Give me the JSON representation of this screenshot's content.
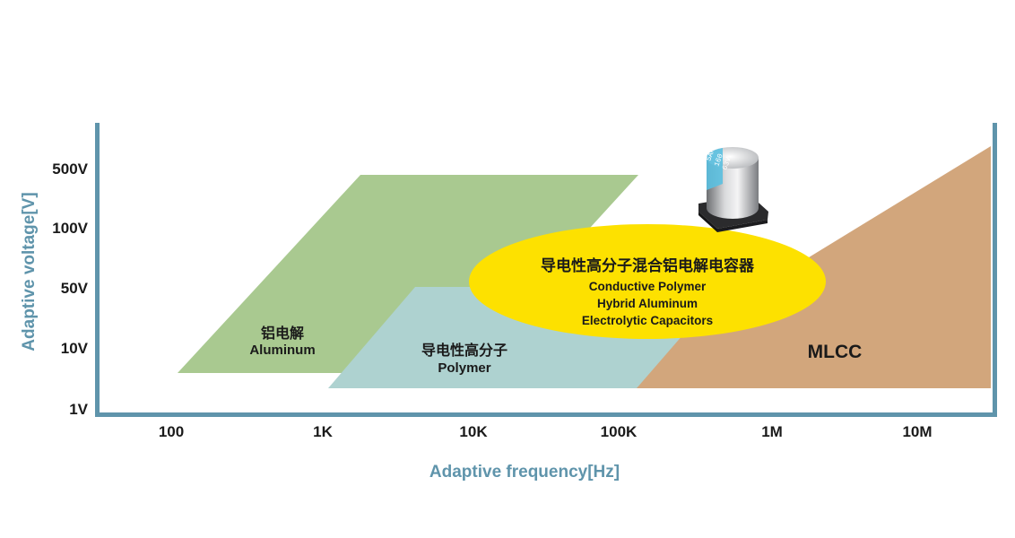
{
  "chart": {
    "y_axis_title": "Adaptive voltage[V]",
    "x_axis_title": "Adaptive frequency[Hz]",
    "y_ticks": [
      "500V",
      "100V",
      "50V",
      "10V",
      "1V"
    ],
    "x_ticks": [
      "100",
      "1K",
      "10K",
      "100K",
      "1M",
      "10M"
    ]
  },
  "regions": {
    "aluminum": {
      "label_cn": "铝电解",
      "label_en": "Aluminum",
      "color": "#a9c990"
    },
    "polymer": {
      "label_cn": "导电性高分子",
      "label_en": "Polymer",
      "color": "#aed2d0"
    },
    "mlcc": {
      "label": "MLCC",
      "color": "#d2a67c"
    },
    "hybrid": {
      "label_cn": "导电性高分子混合铝电解电容器",
      "label_en_lines": [
        "Conductive Polymer",
        "Hybrid Aluminum",
        "Electrolytic Capacitors"
      ],
      "color": "#fde100"
    }
  },
  "colors": {
    "axis": "#5f94ab",
    "capacitor_band": "#5bc0e0"
  },
  "capacitor": {
    "marking_lines": [
      "5AK",
      "160",
      "63V"
    ]
  }
}
